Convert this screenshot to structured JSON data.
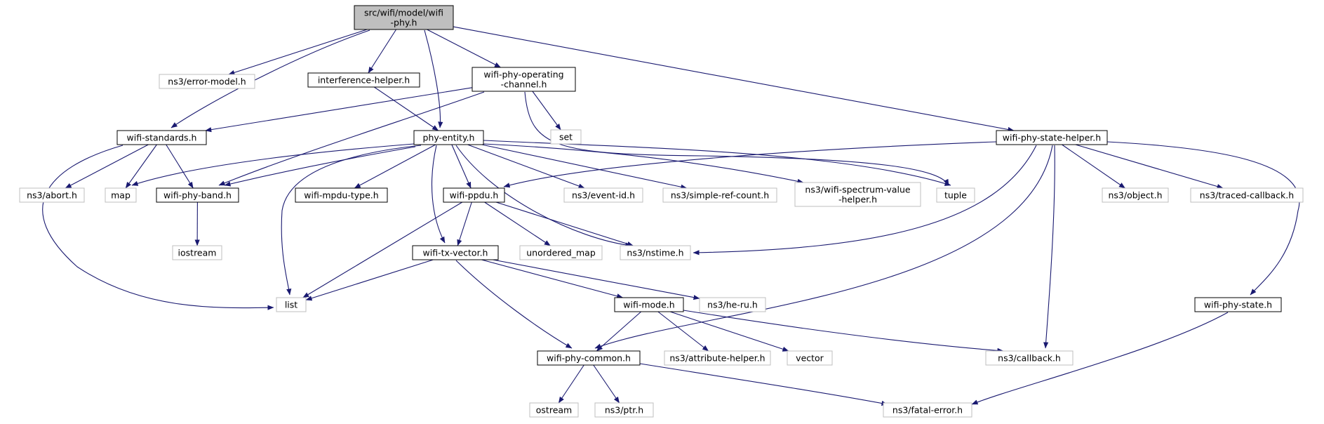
{
  "graph": {
    "colors": {
      "edge": "#191970",
      "root_fill": "#bfbfbf",
      "internal_stroke": "#000000",
      "external_stroke": "#bfbfbf",
      "text": "#000000"
    },
    "nodes": [
      {
        "id": "root",
        "label": "src/wifi/model/wifi\n-phy.h",
        "kind": "root"
      },
      {
        "id": "error_model",
        "label": "ns3/error-model.h",
        "kind": "external"
      },
      {
        "id": "interference_helper",
        "label": "interference-helper.h",
        "kind": "internal"
      },
      {
        "id": "wifi_phy_operating_channel",
        "label": "wifi-phy-operating\n-channel.h",
        "kind": "internal"
      },
      {
        "id": "wifi_phy_state_helper",
        "label": "wifi-phy-state-helper.h",
        "kind": "internal"
      },
      {
        "id": "wifi_standards",
        "label": "wifi-standards.h",
        "kind": "internal"
      },
      {
        "id": "phy_entity",
        "label": "phy-entity.h",
        "kind": "internal"
      },
      {
        "id": "set",
        "label": "set",
        "kind": "external"
      },
      {
        "id": "abort",
        "label": "ns3/abort.h",
        "kind": "external"
      },
      {
        "id": "map",
        "label": "map",
        "kind": "external"
      },
      {
        "id": "wifi_phy_band",
        "label": "wifi-phy-band.h",
        "kind": "internal"
      },
      {
        "id": "wifi_mpdu_type",
        "label": "wifi-mpdu-type.h",
        "kind": "internal"
      },
      {
        "id": "wifi_ppdu",
        "label": "wifi-ppdu.h",
        "kind": "internal"
      },
      {
        "id": "event_id",
        "label": "ns3/event-id.h",
        "kind": "external"
      },
      {
        "id": "simple_ref_count",
        "label": "ns3/simple-ref-count.h",
        "kind": "external"
      },
      {
        "id": "wifi_spectrum_value_helper",
        "label": "ns3/wifi-spectrum-value\n-helper.h",
        "kind": "external"
      },
      {
        "id": "tuple",
        "label": "tuple",
        "kind": "external"
      },
      {
        "id": "object",
        "label": "ns3/object.h",
        "kind": "external"
      },
      {
        "id": "traced_callback",
        "label": "ns3/traced-callback.h",
        "kind": "external"
      },
      {
        "id": "iostream",
        "label": "iostream",
        "kind": "external"
      },
      {
        "id": "unordered_map",
        "label": "unordered_map",
        "kind": "external"
      },
      {
        "id": "nstime",
        "label": "ns3/nstime.h",
        "kind": "external"
      },
      {
        "id": "wifi_tx_vector",
        "label": "wifi-tx-vector.h",
        "kind": "internal"
      },
      {
        "id": "list",
        "label": "list",
        "kind": "external"
      },
      {
        "id": "wifi_mode",
        "label": "wifi-mode.h",
        "kind": "internal"
      },
      {
        "id": "he_ru",
        "label": "ns3/he-ru.h",
        "kind": "external"
      },
      {
        "id": "wifi_phy_state",
        "label": "wifi-phy-state.h",
        "kind": "internal"
      },
      {
        "id": "wifi_phy_common",
        "label": "wifi-phy-common.h",
        "kind": "internal"
      },
      {
        "id": "attribute_helper",
        "label": "ns3/attribute-helper.h",
        "kind": "external"
      },
      {
        "id": "vector",
        "label": "vector",
        "kind": "external"
      },
      {
        "id": "callback",
        "label": "ns3/callback.h",
        "kind": "external"
      },
      {
        "id": "ostream",
        "label": "ostream",
        "kind": "external"
      },
      {
        "id": "ptr",
        "label": "ns3/ptr.h",
        "kind": "external"
      },
      {
        "id": "fatal_error",
        "label": "ns3/fatal-error.h",
        "kind": "external"
      }
    ],
    "edges": [
      [
        "root",
        "error_model"
      ],
      [
        "root",
        "interference_helper"
      ],
      [
        "root",
        "wifi_phy_operating_channel"
      ],
      [
        "root",
        "wifi_phy_state_helper"
      ],
      [
        "root",
        "wifi_standards"
      ],
      [
        "root",
        "phy_entity"
      ],
      [
        "interference_helper",
        "phy_entity"
      ],
      [
        "wifi_phy_operating_channel",
        "wifi_standards"
      ],
      [
        "wifi_phy_operating_channel",
        "wifi_phy_band"
      ],
      [
        "wifi_phy_operating_channel",
        "set"
      ],
      [
        "wifi_phy_operating_channel",
        "tuple"
      ],
      [
        "wifi_standards",
        "abort"
      ],
      [
        "wifi_standards",
        "map"
      ],
      [
        "wifi_standards",
        "wifi_phy_band"
      ],
      [
        "wifi_standards",
        "list"
      ],
      [
        "phy_entity",
        "map"
      ],
      [
        "phy_entity",
        "wifi_phy_band"
      ],
      [
        "phy_entity",
        "wifi_mpdu_type"
      ],
      [
        "phy_entity",
        "wifi_ppdu"
      ],
      [
        "phy_entity",
        "event_id"
      ],
      [
        "phy_entity",
        "simple_ref_count"
      ],
      [
        "phy_entity",
        "wifi_spectrum_value_helper"
      ],
      [
        "phy_entity",
        "tuple"
      ],
      [
        "phy_entity",
        "nstime"
      ],
      [
        "phy_entity",
        "wifi_tx_vector"
      ],
      [
        "phy_entity",
        "list"
      ],
      [
        "wifi_phy_state_helper",
        "wifi_ppdu"
      ],
      [
        "wifi_phy_state_helper",
        "nstime"
      ],
      [
        "wifi_phy_state_helper",
        "object"
      ],
      [
        "wifi_phy_state_helper",
        "traced_callback"
      ],
      [
        "wifi_phy_state_helper",
        "wifi_phy_common"
      ],
      [
        "wifi_phy_state_helper",
        "callback"
      ],
      [
        "wifi_phy_state_helper",
        "wifi_phy_state"
      ],
      [
        "wifi_phy_band",
        "iostream"
      ],
      [
        "wifi_ppdu",
        "wifi_tx_vector"
      ],
      [
        "wifi_ppdu",
        "unordered_map"
      ],
      [
        "wifi_ppdu",
        "nstime"
      ],
      [
        "wifi_ppdu",
        "list"
      ],
      [
        "wifi_tx_vector",
        "list"
      ],
      [
        "wifi_tx_vector",
        "wifi_mode"
      ],
      [
        "wifi_tx_vector",
        "he_ru"
      ],
      [
        "wifi_tx_vector",
        "wifi_phy_common"
      ],
      [
        "wifi_mode",
        "wifi_phy_common"
      ],
      [
        "wifi_mode",
        "attribute_helper"
      ],
      [
        "wifi_mode",
        "vector"
      ],
      [
        "wifi_mode",
        "callback"
      ],
      [
        "wifi_phy_common",
        "ostream"
      ],
      [
        "wifi_phy_common",
        "ptr"
      ],
      [
        "wifi_phy_common",
        "fatal_error"
      ],
      [
        "wifi_phy_state",
        "fatal_error"
      ]
    ]
  }
}
